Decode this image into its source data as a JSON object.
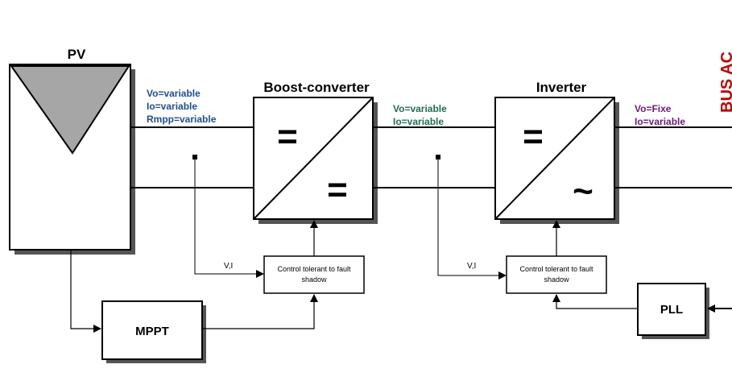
{
  "pv": {
    "title": "PV"
  },
  "pv_params": {
    "line1": "Vo=variable",
    "line2": "Io=variable",
    "line3": "Rmpp=variable"
  },
  "boost": {
    "title": "Boost-converter",
    "sym_in": "=",
    "sym_out": "="
  },
  "dc_params": {
    "line1": "Vo=variable",
    "line2": "Io=variable"
  },
  "inverter": {
    "title": "Inverter",
    "sym_in": "=",
    "sym_out": "~"
  },
  "ac_params": {
    "line1": "Vo=Fixe",
    "line2": "Io=variable"
  },
  "bus": {
    "label": "BUS AC"
  },
  "control1": {
    "line1": "Control tolerant to fault",
    "line2": "shadow",
    "feedback": "V,I"
  },
  "control2": {
    "line1": "Control tolerant to fault",
    "line2": "shadow",
    "feedback": "V,I"
  },
  "mppt": {
    "label": "MPPT"
  },
  "pll": {
    "label": "PLL"
  },
  "colors": {
    "param_blue": "#1f4e8c",
    "param_green": "#1e6e4e",
    "param_purple": "#6a1a7a",
    "bus_red": "#c00000",
    "pv_fill": "#a6a6a6"
  }
}
